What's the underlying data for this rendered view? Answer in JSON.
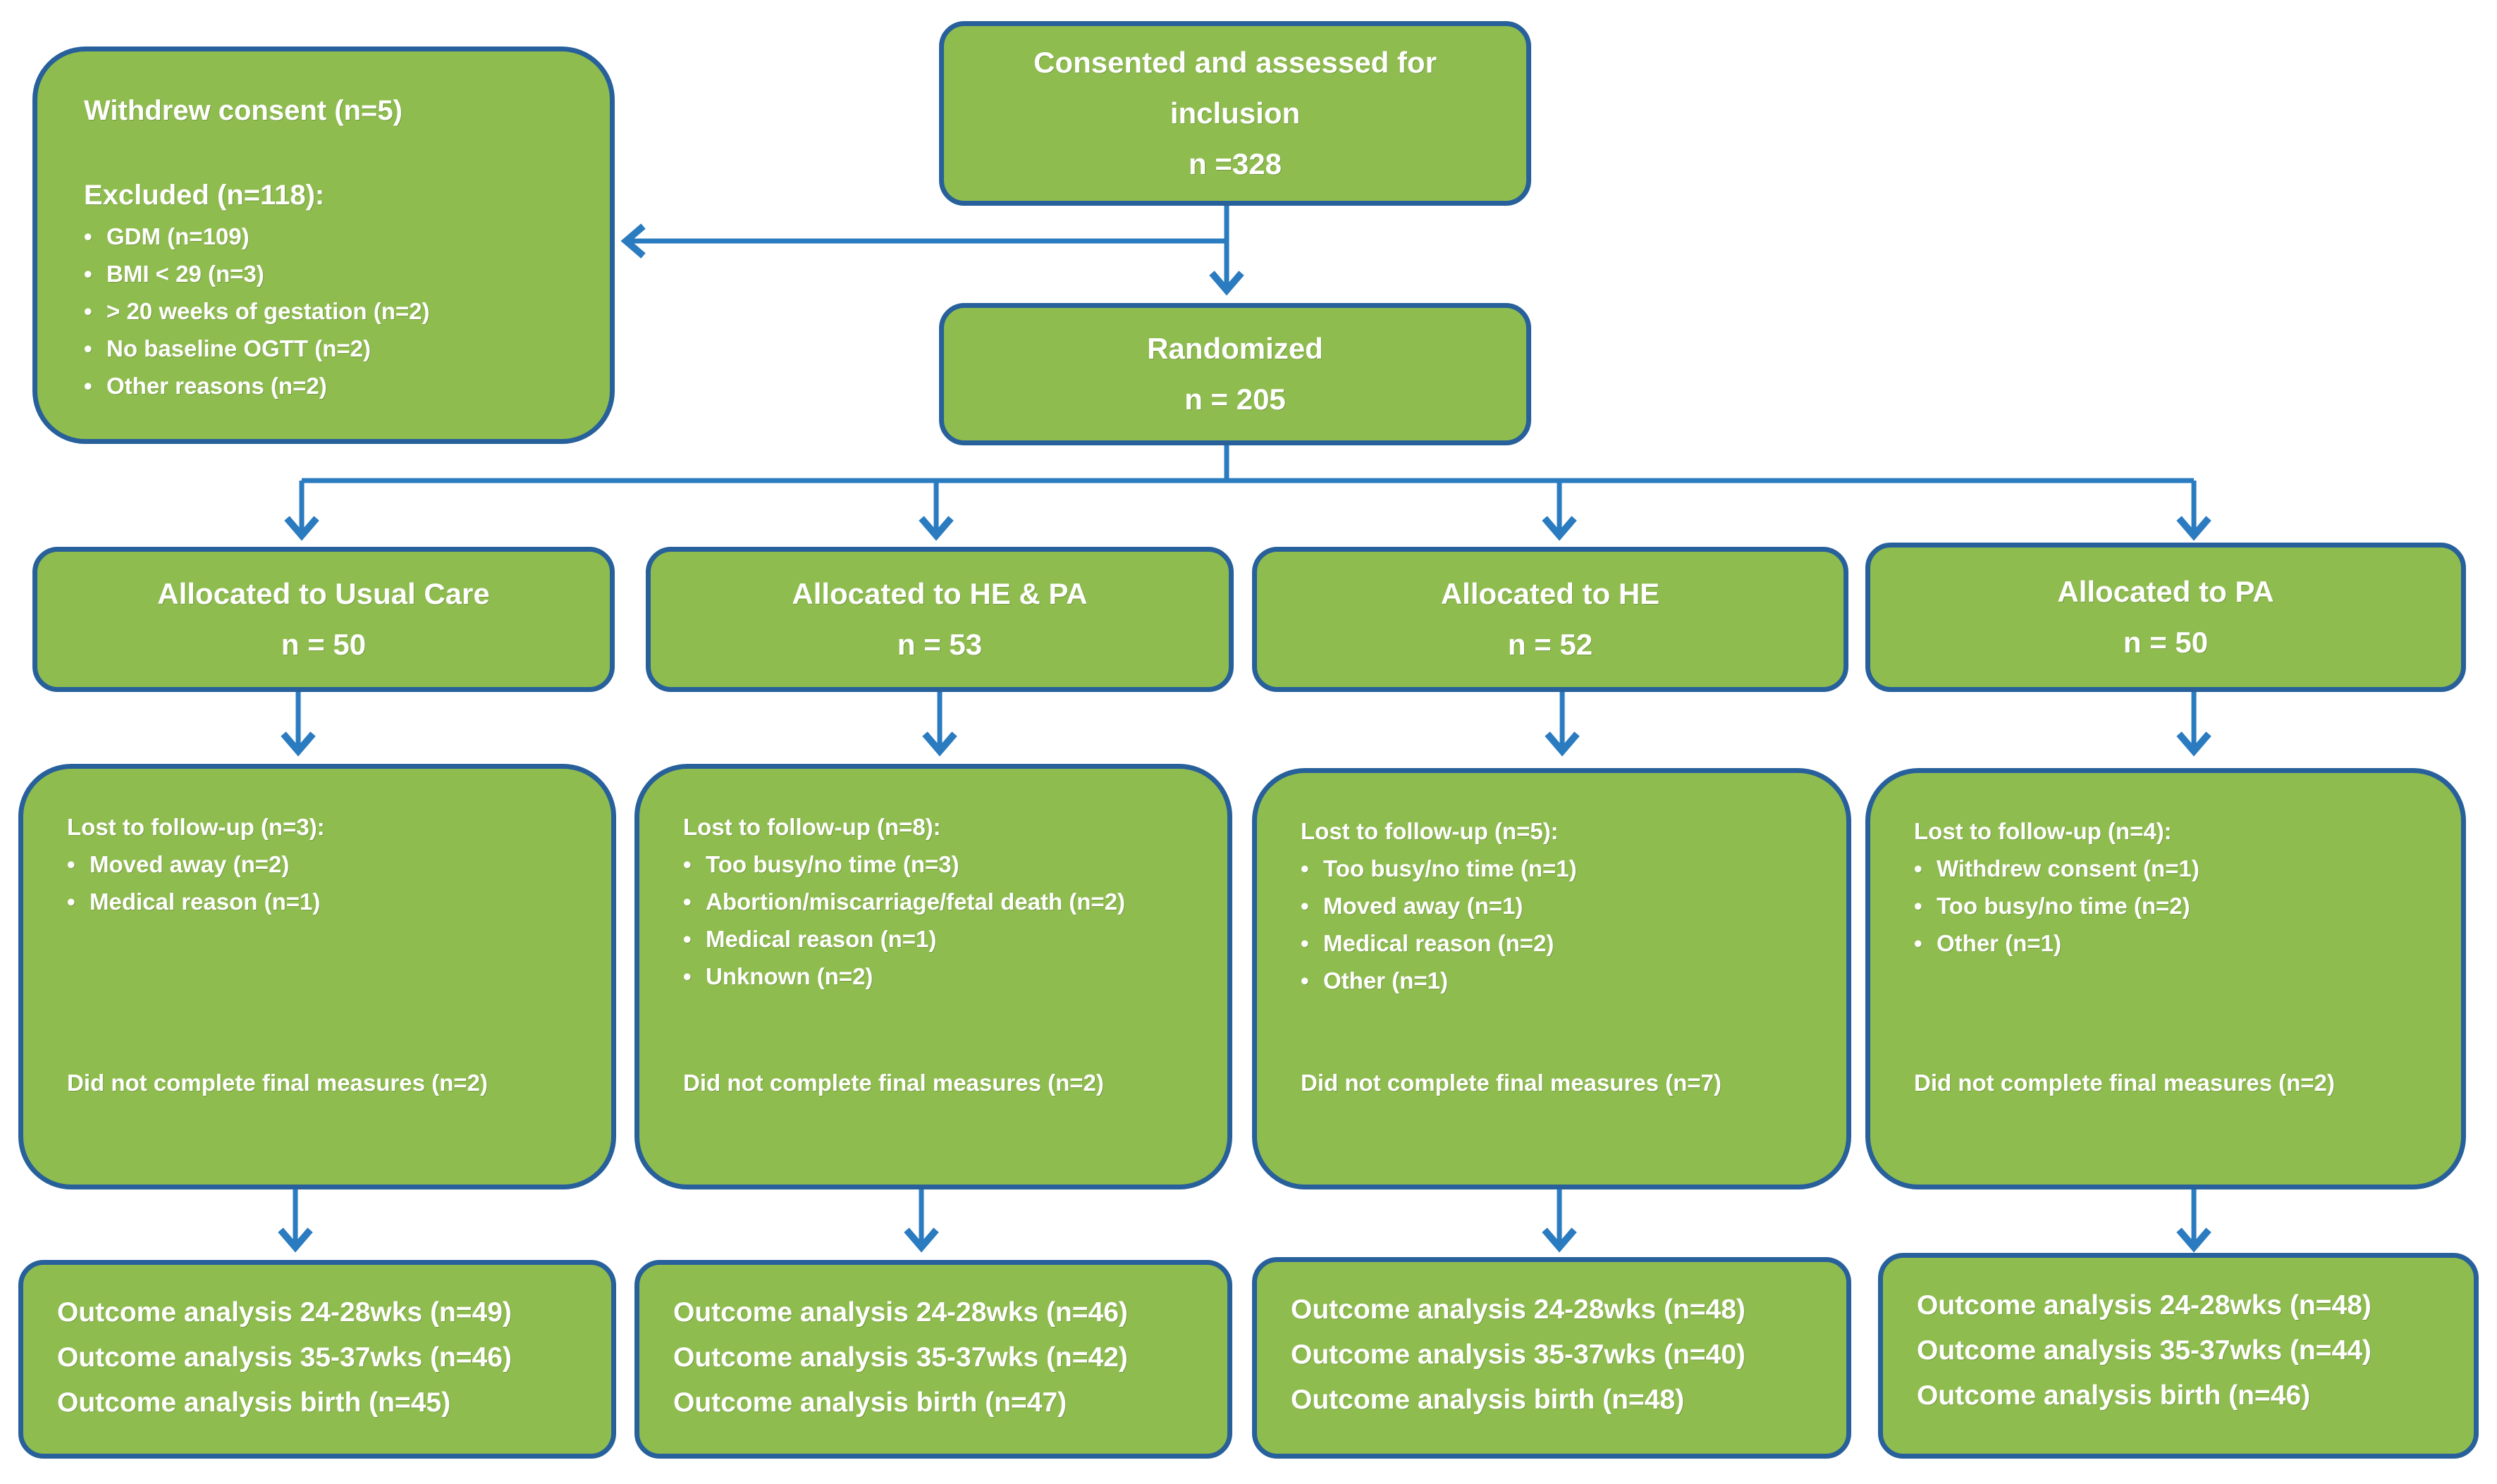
{
  "consented": {
    "line1": "Consented and assessed for",
    "line2": "inclusion",
    "line3": "n =328"
  },
  "excluded_box": {
    "withdrew": "Withdrew consent (n=5)",
    "excluded": "Excluded (n=118):",
    "items": [
      "GDM (n=109)",
      "BMI < 29 (n=3)",
      "> 20 weeks of gestation (n=2)",
      "No baseline OGTT (n=2)",
      "Other reasons (n=2)"
    ]
  },
  "randomized": {
    "label": "Randomized",
    "n": "n = 205"
  },
  "arms": [
    {
      "allocated": "Allocated to Usual Care",
      "n": "n = 50",
      "lost": "Lost to follow-up (n=3):",
      "lost_items": [
        "Moved away (n=2)",
        "Medical reason (n=1)"
      ],
      "dnc": "Did not complete final measures (n=2)",
      "outcomes": [
        "Outcome analysis 24-28wks (n=49)",
        "Outcome analysis 35-37wks (n=46)",
        "Outcome analysis birth (n=45)"
      ]
    },
    {
      "allocated": "Allocated to HE & PA",
      "n": "n = 53",
      "lost": "Lost to follow-up (n=8):",
      "lost_items": [
        "Too busy/no time (n=3)",
        "Abortion/miscarriage/fetal death (n=2)",
        "Medical reason (n=1)",
        "Unknown (n=2)"
      ],
      "dnc": "Did not complete final measures (n=2)",
      "outcomes": [
        "Outcome analysis 24-28wks (n=46)",
        "Outcome analysis 35-37wks (n=42)",
        "Outcome analysis birth (n=47)"
      ]
    },
    {
      "allocated": "Allocated to HE",
      "n": "n = 52",
      "lost": "Lost to follow-up (n=5):",
      "lost_items": [
        "Too busy/no time (n=1)",
        "Moved away (n=1)",
        "Medical reason (n=2)",
        "Other (n=1)"
      ],
      "dnc": "Did not complete final measures (n=7)",
      "outcomes": [
        "Outcome analysis 24-28wks (n=48)",
        "Outcome analysis 35-37wks (n=40)",
        "Outcome analysis birth (n=48)"
      ]
    },
    {
      "allocated": "Allocated to PA",
      "n": "n = 50",
      "lost": "Lost to follow-up (n=4):",
      "lost_items": [
        "Withdrew consent (n=1)",
        "Too busy/no time (n=2)",
        "Other (n=1)"
      ],
      "dnc": "Did not complete final measures (n=2)",
      "outcomes": [
        "Outcome analysis 24-28wks (n=48)",
        "Outcome analysis 35-37wks (n=44)",
        "Outcome analysis birth (n=46)"
      ]
    }
  ],
  "colors": {
    "box_fill": "#8fbc4f",
    "box_border": "#27609a",
    "arrow": "#2a7bbf",
    "text": "#ffffff"
  }
}
